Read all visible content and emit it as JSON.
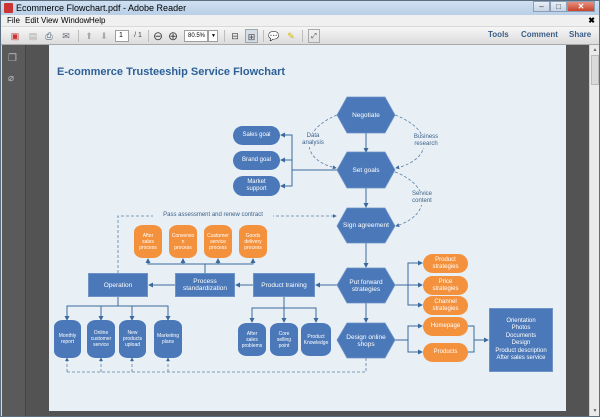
{
  "window": {
    "title": "Ecommerce Flowchart.pdf - Adobe Reader",
    "controls": [
      "minimize",
      "maximize",
      "close"
    ]
  },
  "menu": [
    "File",
    "Edit",
    "View",
    "Window",
    "Help"
  ],
  "toolbar": {
    "page_current": "1",
    "page_total": "/ 1",
    "zoom": "80.5%",
    "links": [
      "Tools",
      "Comment",
      "Share"
    ]
  },
  "document": {
    "title": "E-commerce Trusteeship Service Flowchart",
    "hexagons": {
      "negotiate": "Negotiate",
      "set_goals": "Set goals",
      "sign_agreement": "Sign agreement",
      "put_forward": "Put forward\nstrategies",
      "design_shops": "Design online\nshops"
    },
    "goals": [
      "Sales goal",
      "Brand goal",
      "Market\nsupport"
    ],
    "edge_labels": {
      "data_analysis": "Data\nanalysis",
      "business_research": "Business\nresearch",
      "service_content": "Service\ncontent",
      "pass_assessment": "Pass assessment and renew contract"
    },
    "boxes": {
      "operation": "Operation",
      "process_std": "Process\nstandardization",
      "product_training": "Product training"
    },
    "processes": [
      "After\nsales\nprocess",
      "Conversio\nn\nprocess",
      "Customer\nservice\nprocess",
      "Goods\ndelivery\nprocess"
    ],
    "operation_items": [
      "Monthly\nreport",
      "Online\ncustomer\nservice",
      "New\nproducts\nupload",
      "Marketing\nplans"
    ],
    "training_items": [
      "After\nsales\nproblems",
      "Core\nselling\npoint",
      "Product\nKnowledge"
    ],
    "strategies": [
      "Product\nstrategies",
      "Price\nstrategies",
      "Channel\nstrategies"
    ],
    "shop_items": [
      "Homepage",
      "Products"
    ],
    "shop_details": "Orientation\nPhotos\nDocuments\nDesign\nProduct description\nAfter sales service"
  },
  "colors": {
    "blue": "#4a78b8",
    "orange": "#f4913d",
    "title": "#2e6096",
    "page": "#e8f0f6"
  }
}
